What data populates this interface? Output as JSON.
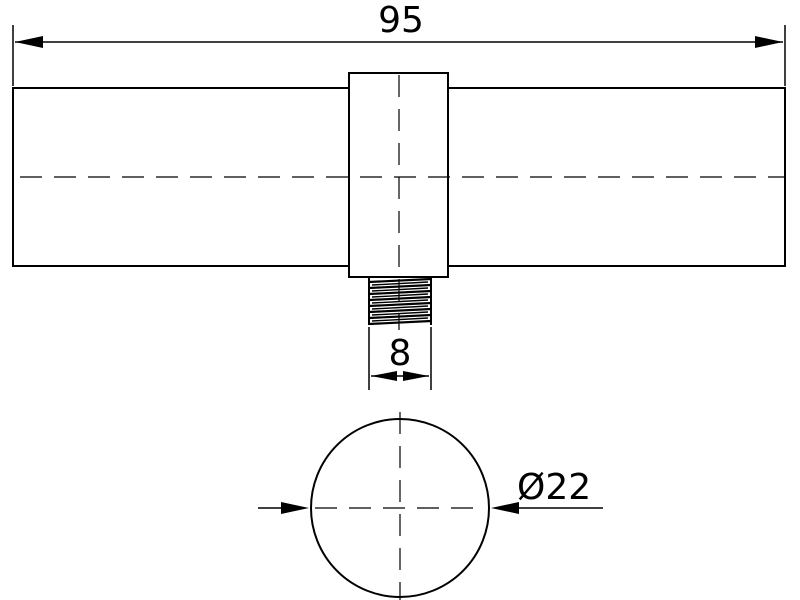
{
  "dimensions": {
    "overall_length": "95",
    "thread_size": "8",
    "diameter": "Ø22"
  },
  "colors": {
    "line": "#000000",
    "background": "#ffffff"
  }
}
